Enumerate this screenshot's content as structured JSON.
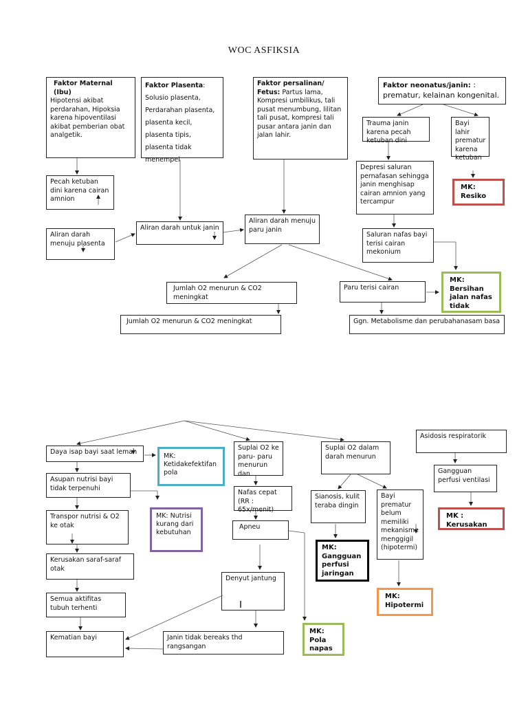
{
  "title": "WOC ASFIKSIA",
  "colors": {
    "red": "#c0504d",
    "green": "#9bbb59",
    "blue": "#4bacc6",
    "purple": "#8064a2",
    "orange": "#f79646",
    "black": "#000000"
  },
  "top": {
    "maternal": {
      "head": "Faktor Maternal (Ibu)",
      "body": "Hipotensi akibat perdarahan, Hipoksia karena hipoventilasi akibat pemberian obat analgetik."
    },
    "plasenta": {
      "head": "Faktor Plasenta",
      "sep": ":",
      "body": "Solusio plasenta, Perdarahan plasenta, plasenta kecil, plasenta tipis, plasenta tidak menempel"
    },
    "persalinan": {
      "head": "Faktor persalinan/ Fetus:",
      "body": " Partus lama, Kompresi umbilikus, tali pusat menumbung, lilitan tali pusat, kompresi tali pusar antara janin dan jalan lahir."
    },
    "neonatus": {
      "head": "Faktor neonatus/janin:",
      "body": " : prematur, kelainan kongenital."
    },
    "pecah_ketuban": "Pecah ketuban dini karena cairan amnion",
    "aliran_plasenta": "Aliran darah menuju plasenta",
    "aliran_untuk_janin": "Aliran darah untuk janin",
    "aliran_paru": "Aliran  darah menuju paru janin",
    "trauma": "Trauma janin karena pecah ketuban dini",
    "bayi_lahir": "Bayi lahir prematur karena ketuban",
    "depresi": "Depresi saluran pernafasan sehingga janin menghisap cairan amnion yang tercampur",
    "mk_resiko": "MK: Resiko",
    "saluran": "Saluran nafas bayi terisi cairan mekonium",
    "mk_bersihan": "MK: Bersihan jalan nafas tidak",
    "jumlah1": "Jumlah O2  menurun &  CO2 meningkat",
    "jumlah2": "Jumlah O2  menurun &  CO2 meningkat",
    "paru": "Paru terisi cairan",
    "ggn": "Ggn. Metabolisme dan perubahanasam basa"
  },
  "bottom": {
    "daya": "Daya isap bayi saat lemah",
    "mk_ketidak": "MK: Ketidakefektifan pola",
    "suplai_paru": "Suplai O2 ke paru- paru menurun dan",
    "suplai_darah": "Suplai O2 dalam darah menurun",
    "asidosis": "Asidosis respiratorik",
    "asupan": "Asupan nutrisi bayi tidak terpenuhi",
    "nafas": "Nafas cepat  (RR : 65x/menit)",
    "sianosis": "Sianosis, kulit teraba dingin",
    "bayi_prematur": "Bayi prematur belum memiliki mekanisme menggigil (hipotermi)",
    "gangguan_perfusi": "Gangguan perfusi ventilasi",
    "transpor": "Transpor nutrisi & O2 ke otak",
    "mk_nutrisi": "MK: Nutrisi kurang dari kebutuhan",
    "apneu": "Apneu",
    "mk_gangguan": "MK: Gangguan perfusi jaringan",
    "mk_kerusakan": "MK : Kerusakan",
    "kerusakan_saraf": "Kerusakan saraf-saraf otak",
    "denyut": "Denyut jantung",
    "mk_hipotermi": "MK: Hipotermi",
    "semua": "Semua aktifitas tubuh terhenti",
    "kematian": "Kematian bayi",
    "janin_tidak": "Janin tidak bereaks thd rangsangan",
    "mk_pola": "MK: Pola napas"
  }
}
